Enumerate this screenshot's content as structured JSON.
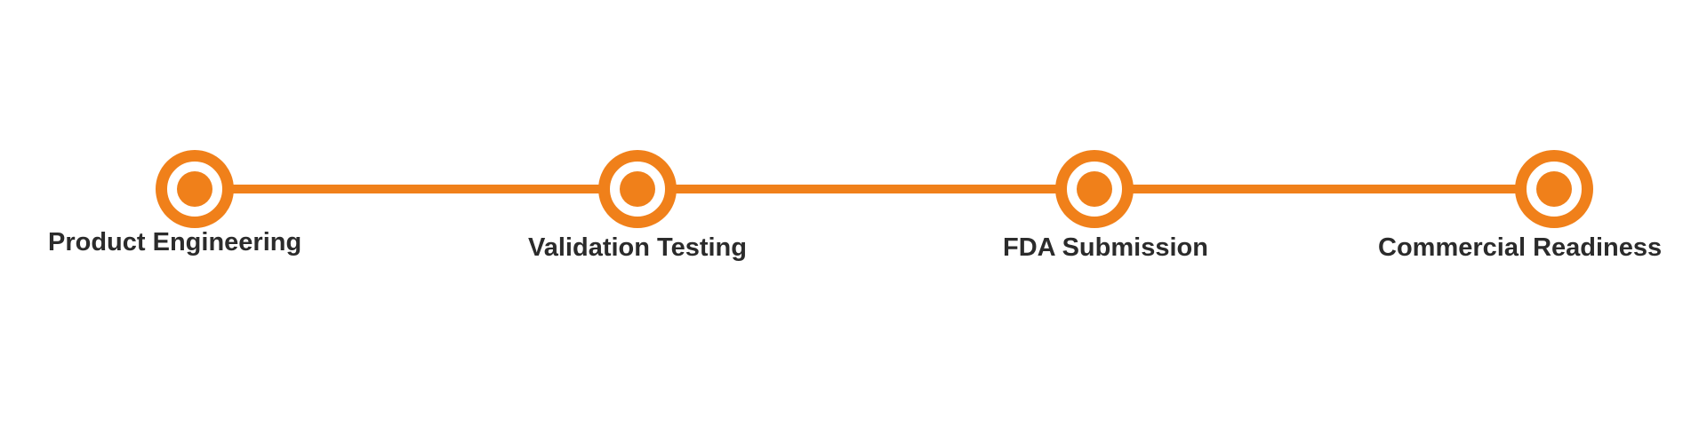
{
  "colors": {
    "accent": "#F0801A",
    "text": "#2B2B2B",
    "background": "#FFFFFF"
  },
  "milestones": [
    {
      "label": "Product Engineering"
    },
    {
      "label": "Validation Testing"
    },
    {
      "label": "FDA Submission"
    },
    {
      "label": "Commercial Readiness"
    }
  ]
}
